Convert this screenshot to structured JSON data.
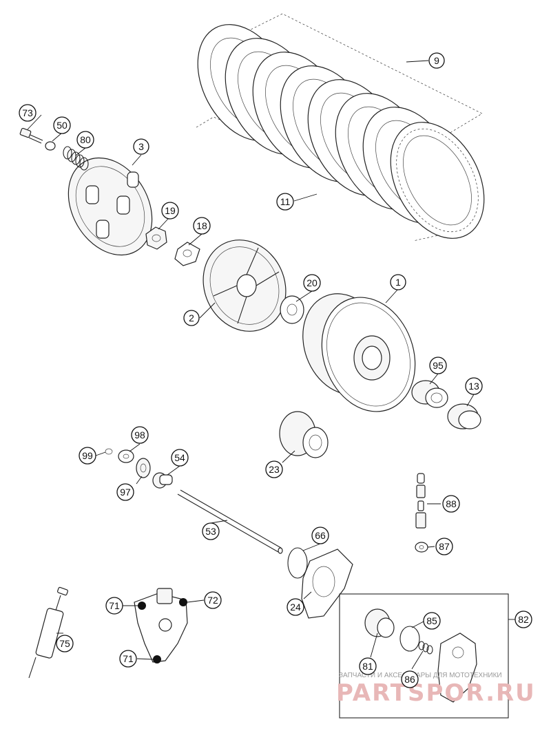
{
  "callouts": {
    "c1": "1",
    "c2": "2",
    "c3": "3",
    "c9": "9",
    "c11": "11",
    "c13": "13",
    "c18": "18",
    "c19": "19",
    "c20": "20",
    "c23": "23",
    "c24": "24",
    "c50": "50",
    "c53": "53",
    "c54": "54",
    "c66": "66",
    "c71a": "71",
    "c71b": "71",
    "c72": "72",
    "c73": "73",
    "c75": "75",
    "c80": "80",
    "c81": "81",
    "c82": "82",
    "c85": "85",
    "c86": "86",
    "c87": "87",
    "c88": "88",
    "c95": "95",
    "c97": "97",
    "c98": "98",
    "c99": "99"
  },
  "watermark": {
    "caption": "ЗАПЧАСТИ И АКСЕССУАРЫ ДЛЯ МОТОТЕХНИКИ",
    "logo": "PARTSPOR.RU"
  },
  "colors": {
    "line": "#222222",
    "background": "#ffffff",
    "watermark": "#e8b7b7"
  }
}
